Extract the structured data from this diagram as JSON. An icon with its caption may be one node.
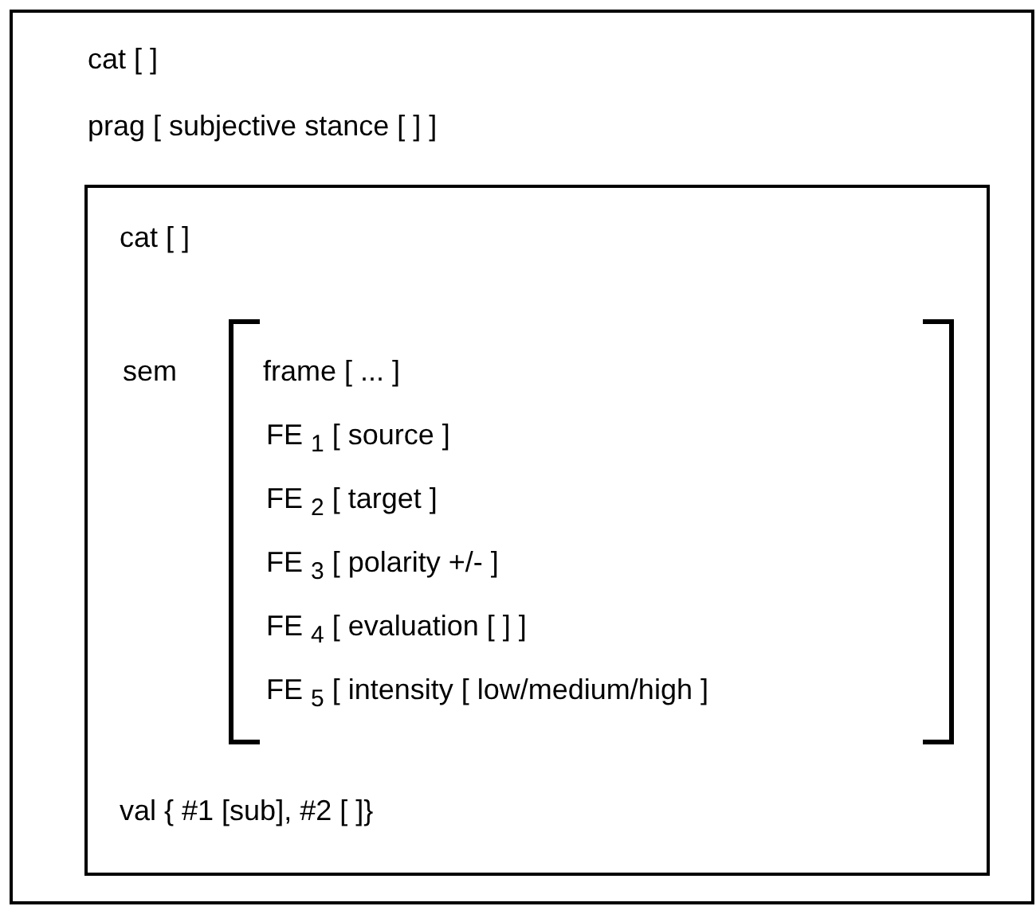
{
  "diagram": {
    "nodes": [
      {
        "text": [
          "cat [ ]",
          "prag [ subjective stance [ ] ]"
        ]
      },
      {
        "text": [
          "cat [ ]",
          "val { #1 [sub], #2 [ ]}"
        ],
        "in": 0
      },
      {
        "text": [
          "frame [ ... ]",
          "FE $_{1}$ [ source ]",
          "FE $_{2}$ [ target ]",
          "FE $_{3}$ [ polarity +/- ]",
          "FE $_{4}$ [ evaluation [ ] ]",
          "FE $_{5}$ [ intensity [ low/medium/high ]"
        ],
        "beside": [
          "sem"
        ],
        "in": 1
      }
    ]
  }
}
